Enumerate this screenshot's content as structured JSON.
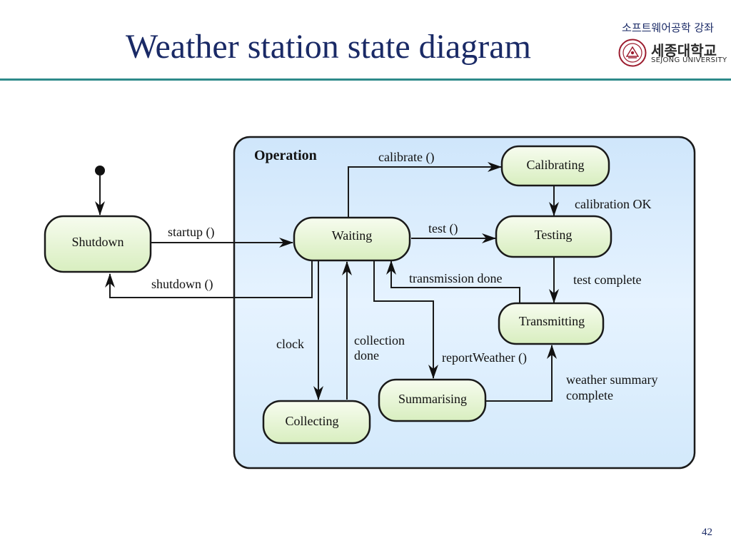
{
  "slide": {
    "title": "Weather station state diagram",
    "course": "소프트웨어공학 강좌",
    "logo": {
      "korean": "세종대학교",
      "english": "SEJONG UNIVERSITY"
    },
    "page_number": "42"
  },
  "diagram": {
    "superstate": "Operation",
    "states": {
      "shutdown": "Shutdown",
      "waiting": "Waiting",
      "calibrating": "Calibrating",
      "testing": "Testing",
      "transmitting": "Transmitting",
      "summarising": "Summarising",
      "collecting": "Collecting"
    },
    "transitions": {
      "startup": "startup ()",
      "shutdown": "shutdown ()",
      "calibrate": "calibrate ()",
      "calibration_ok": "calibration OK",
      "test": "test ()",
      "test_complete": "test complete",
      "transmission_done": "transmission done",
      "clock": "clock",
      "collection_done": [
        "collection",
        "done"
      ],
      "report_weather": "reportWeather ()",
      "weather_summary_complete": [
        "weather summary",
        "complete"
      ]
    }
  },
  "colors": {
    "title": "#1a2a66",
    "rule": "#2e8a8a",
    "superstate_fill": "#dcefff",
    "state_fill": "#eaf6d8"
  }
}
